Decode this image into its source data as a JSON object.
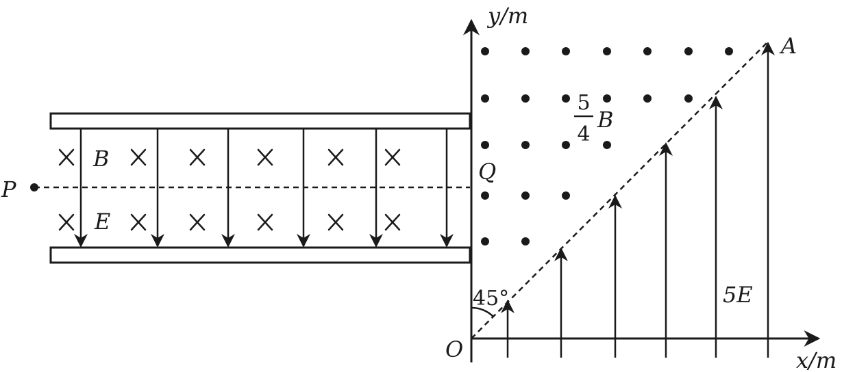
{
  "labels": {
    "y_axis": "y/m",
    "x_axis": "x/m",
    "origin": "O",
    "point_a": "A",
    "point_p": "P",
    "point_q": "Q",
    "field_b": "B",
    "field_e": "E",
    "frac_num": "5",
    "frac_den": "4",
    "frac_b": "B",
    "angle": "45°",
    "field_5e": "5E"
  },
  "icons": {
    "field_into_page": "cross-icon",
    "field_out_of_page": "dot-icon",
    "field_arrow": "arrow-icon"
  },
  "colors": {
    "ink": "#1a1a1a",
    "background": "#ffffff"
  }
}
